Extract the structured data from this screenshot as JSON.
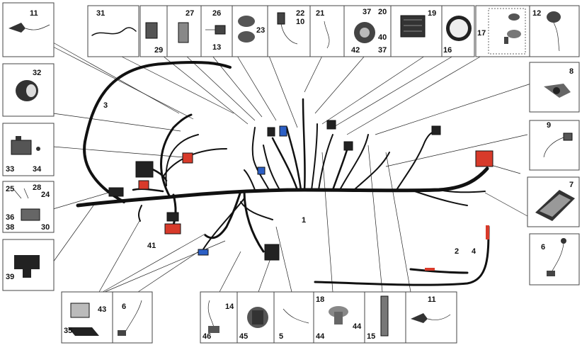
{
  "diagram": {
    "colors": {
      "wire": "#111111",
      "connector_red": "#d83a2a",
      "connector_blue": "#2c5fc5",
      "box_border": "#444444"
    },
    "callouts": {
      "c11a": "11",
      "c32": "32",
      "c3": "3",
      "c31": "31",
      "c29": "29",
      "c27": "27",
      "c26": "26",
      "c13": "13",
      "c23": "23",
      "c22": "22",
      "c10": "10",
      "c21": "21",
      "c37a": "37",
      "c20": "20",
      "c40": "40",
      "c42": "42",
      "c37b": "37",
      "c19": "19",
      "c16": "16",
      "c17": "17",
      "c12": "12",
      "c8": "8",
      "c9": "9",
      "c7": "7",
      "c33": "33",
      "c34": "34",
      "c25": "25",
      "c28": "28",
      "c24": "24",
      "c36": "36",
      "c38": "38",
      "c30": "30",
      "c39": "39",
      "c41": "41",
      "c1": "1",
      "c2": "2",
      "c4": "4",
      "c6a": "6",
      "c35": "35",
      "c43": "43",
      "c6b": "6",
      "c14": "14",
      "c46": "46",
      "c45": "45",
      "c5": "5",
      "c18": "18",
      "c44a": "44",
      "c44b": "44",
      "c15": "15",
      "c11b": "11"
    }
  }
}
